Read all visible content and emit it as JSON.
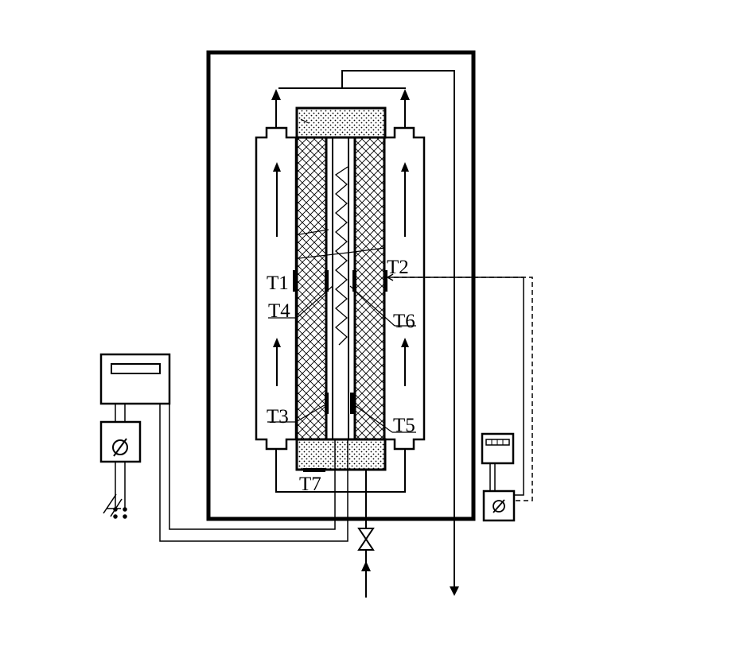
{
  "labels": {
    "t1": "T1",
    "t2": "T2",
    "t3": "T3",
    "t4": "T4",
    "t5": "T5",
    "t6": "T6",
    "t7": "T7"
  },
  "colors": {
    "line": "#000000",
    "background": "#ffffff"
  }
}
